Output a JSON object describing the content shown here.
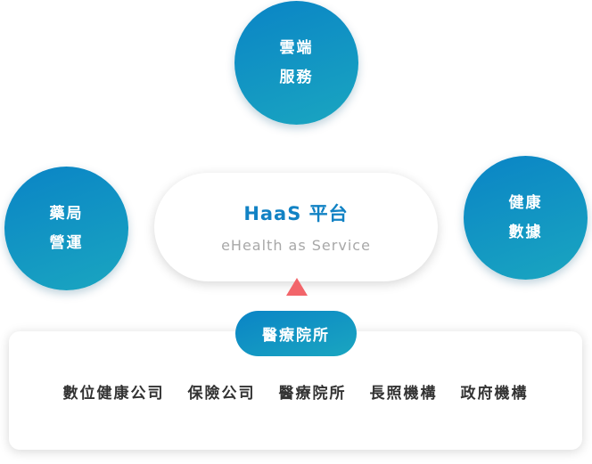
{
  "nodes": {
    "top": {
      "line1": "雲端",
      "line2": "服務"
    },
    "left": {
      "line1": "藥局",
      "line2": "營運"
    },
    "right": {
      "line1": "健康",
      "line2": "數據"
    }
  },
  "platform": {
    "title": "HaaS 平台",
    "subtitle": "eHealth as Service"
  },
  "providers": {
    "label": "醫療院所",
    "items": [
      "數位健康公司",
      "保險公司",
      "醫療院所",
      "長照機構",
      "政府機構"
    ]
  },
  "colors": {
    "circle_gradient_start": "#0a84c6",
    "circle_gradient_end": "#1aa6c0",
    "title_blue": "#1182c4",
    "arrow_red": "#f2656a"
  }
}
